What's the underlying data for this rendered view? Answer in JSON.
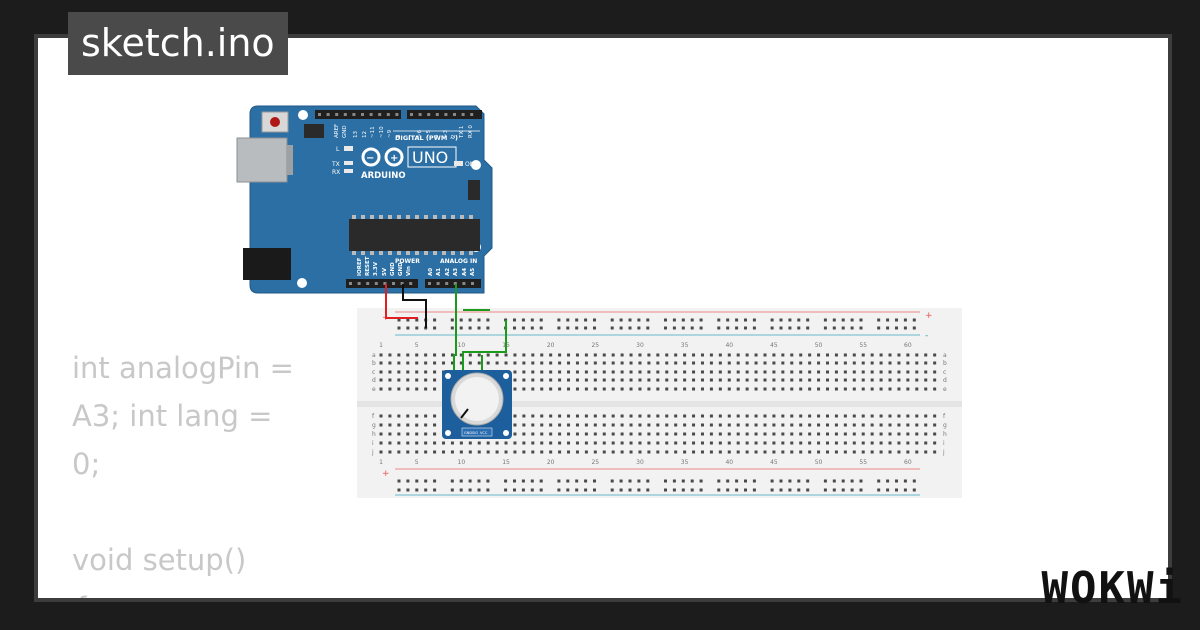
{
  "title": "sketch.ino",
  "code_lines": [
    "int analogPin =",
    "A3; int lang =",
    "0;",
    "",
    "void setup()",
    "{"
  ],
  "brand": "WOKWi",
  "arduino": {
    "uno_label": "UNO",
    "arduino_label": "ARDUINO",
    "digital_header": "DIGITAL (PWM ~)",
    "on_label": "ON",
    "l_label": "L",
    "tx_label": "TX",
    "rx_label": "RX",
    "aref_pins": [
      "AREF",
      "GND",
      "13",
      "12",
      "~11",
      "~10",
      "~9",
      "8"
    ],
    "digital_pins": [
      "7",
      "~6",
      "~5",
      "4",
      "~3",
      "2",
      "TX 1",
      "RX 0"
    ],
    "power_header": "POWER",
    "power_pins": [
      "IOREF",
      "RESET",
      "3.3V",
      "5V",
      "GND",
      "GND",
      "Vin"
    ],
    "analog_header": "ANALOG IN",
    "analog_pins": [
      "A0",
      "A1",
      "A2",
      "A3",
      "A4",
      "A5"
    ]
  },
  "breadboard": {
    "column_numbers": [
      "1",
      "5",
      "10",
      "15",
      "20",
      "25",
      "30",
      "35",
      "40",
      "45",
      "50",
      "55",
      "60"
    ],
    "row_letters_top": [
      "a",
      "b",
      "c",
      "d",
      "e"
    ],
    "row_letters_bottom": [
      "f",
      "g",
      "h",
      "i",
      "j"
    ],
    "plus": "+",
    "minus": "-"
  },
  "potentiometer": {
    "pin_labels": [
      "GND",
      "SIG",
      "VCC"
    ]
  },
  "colors": {
    "board_blue": "#2c6fa4",
    "wire_red": "#e02020",
    "wire_black": "#111111",
    "wire_green": "#1c9a1c",
    "pot_blue": "#1d5f9c"
  }
}
